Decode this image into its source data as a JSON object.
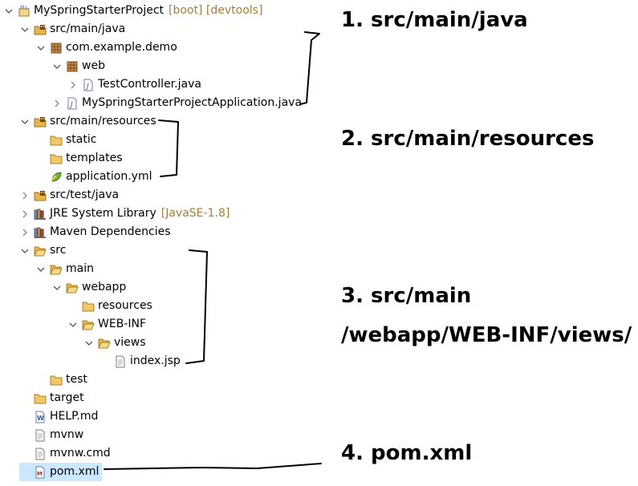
{
  "tree": [
    {
      "name": "project-root",
      "label": "MySpringStarterProject",
      "decoration": "[boot] [devtools]",
      "icon": "project-icon",
      "expanded": true,
      "depth": 0
    },
    {
      "name": "src-main-java",
      "label": "src/main/java",
      "icon": "source-folder-icon",
      "expanded": true,
      "depth": 1
    },
    {
      "name": "package-com-example-demo",
      "label": "com.example.demo",
      "icon": "package-icon",
      "expanded": true,
      "depth": 2
    },
    {
      "name": "package-web",
      "label": "web",
      "icon": "package-icon",
      "expanded": true,
      "depth": 3
    },
    {
      "name": "file-testcontroller",
      "label": "TestController.java",
      "icon": "java-file-icon",
      "expanded": false,
      "depth": 4
    },
    {
      "name": "file-application-java",
      "label": "MySpringStarterProjectApplication.java",
      "icon": "java-file-icon",
      "expanded": false,
      "depth": 3
    },
    {
      "name": "src-main-resources",
      "label": "src/main/resources",
      "icon": "source-folder-icon",
      "expanded": true,
      "depth": 1
    },
    {
      "name": "folder-static",
      "label": "static",
      "icon": "folder-icon",
      "expanded": null,
      "depth": 2
    },
    {
      "name": "folder-templates",
      "label": "templates",
      "icon": "folder-icon",
      "expanded": null,
      "depth": 2
    },
    {
      "name": "file-application-yml",
      "label": "application.yml",
      "icon": "spring-file-icon",
      "expanded": null,
      "depth": 2
    },
    {
      "name": "src-test-java",
      "label": "src/test/java",
      "icon": "source-folder-icon",
      "expanded": false,
      "depth": 1
    },
    {
      "name": "jre-library",
      "label": "JRE System Library",
      "decoration": "[JavaSE-1.8]",
      "icon": "library-icon",
      "expanded": false,
      "depth": 1
    },
    {
      "name": "maven-dependencies",
      "label": "Maven Dependencies",
      "icon": "library-icon",
      "expanded": false,
      "depth": 1
    },
    {
      "name": "folder-src",
      "label": "src",
      "icon": "open-folder-icon",
      "expanded": true,
      "depth": 1
    },
    {
      "name": "folder-main",
      "label": "main",
      "icon": "open-folder-icon",
      "expanded": true,
      "depth": 2
    },
    {
      "name": "folder-webapp",
      "label": "webapp",
      "icon": "open-folder-icon",
      "expanded": true,
      "depth": 3
    },
    {
      "name": "folder-resources",
      "label": "resources",
      "icon": "folder-icon",
      "expanded": null,
      "depth": 4
    },
    {
      "name": "folder-web-inf",
      "label": "WEB-INF",
      "icon": "open-folder-icon",
      "expanded": true,
      "depth": 4
    },
    {
      "name": "folder-views",
      "label": "views",
      "icon": "open-folder-icon",
      "expanded": true,
      "depth": 5
    },
    {
      "name": "file-index-jsp",
      "label": "index.jsp",
      "icon": "file-icon",
      "expanded": null,
      "depth": 6
    },
    {
      "name": "folder-test",
      "label": "test",
      "icon": "folder-icon",
      "expanded": null,
      "depth": 2
    },
    {
      "name": "folder-target",
      "label": "target",
      "icon": "folder-icon",
      "expanded": null,
      "depth": 1
    },
    {
      "name": "file-help-md",
      "label": "HELP.md",
      "icon": "word-file-icon",
      "expanded": null,
      "depth": 1
    },
    {
      "name": "file-mvnw",
      "label": "mvnw",
      "icon": "file-icon",
      "expanded": null,
      "depth": 1
    },
    {
      "name": "file-mvnw-cmd",
      "label": "mvnw.cmd",
      "icon": "file-icon",
      "expanded": null,
      "depth": 1
    },
    {
      "name": "file-pom-xml",
      "label": "pom.xml",
      "icon": "maven-file-icon",
      "expanded": null,
      "depth": 1,
      "selected": true
    }
  ],
  "annotations": {
    "a1": "1. src/main/java",
    "a2": "2. src/main/resources",
    "a3a": "3. src/main",
    "a3b": "/webapp/WEB-INF/views/",
    "a4": "4. pom.xml"
  },
  "colors": {
    "decoration": "#a2803a",
    "folder": "#e8b54a",
    "package": "#9a6a3c",
    "selection": "#cce8ff",
    "java": "#2a5db0"
  }
}
